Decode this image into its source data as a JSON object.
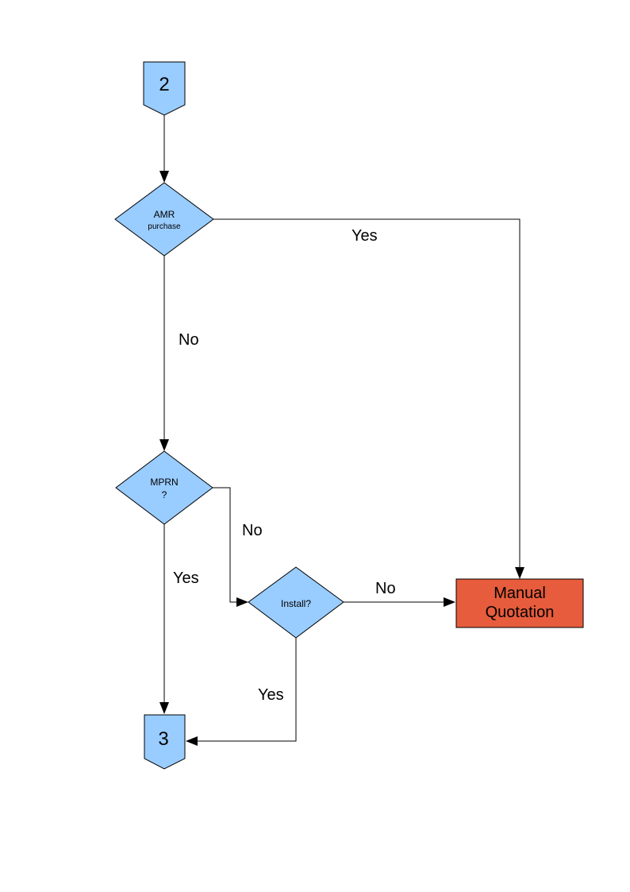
{
  "diagram": {
    "type": "flowchart",
    "colors": {
      "background": "#ffffff",
      "node_fill": "#99CCFF",
      "node_stroke": "#000000",
      "manual_fill": "#E65C3C",
      "line": "#000000"
    },
    "nodes": {
      "connector_2": {
        "shape": "off-page-connector",
        "label": "2"
      },
      "amr": {
        "shape": "decision",
        "line1": "AMR",
        "line2": "purchase"
      },
      "mprn": {
        "shape": "decision",
        "line1": "MPRN",
        "line2": "?"
      },
      "install": {
        "shape": "decision",
        "label": "Install?"
      },
      "manual_quotation": {
        "shape": "process",
        "line1": "Manual",
        "line2": "Quotation"
      },
      "connector_3": {
        "shape": "off-page-connector",
        "label": "3"
      }
    },
    "edges": {
      "amr_yes": {
        "label": "Yes",
        "from": "amr",
        "to": "manual_quotation"
      },
      "amr_no": {
        "label": "No",
        "from": "amr",
        "to": "mprn"
      },
      "mprn_no": {
        "label": "No",
        "from": "mprn",
        "to": "install"
      },
      "mprn_yes": {
        "label": "Yes",
        "from": "mprn",
        "to": "connector_3"
      },
      "install_no": {
        "label": "No",
        "from": "install",
        "to": "manual_quotation"
      },
      "install_yes": {
        "label": "Yes",
        "from": "install",
        "to": "connector_3"
      }
    }
  }
}
